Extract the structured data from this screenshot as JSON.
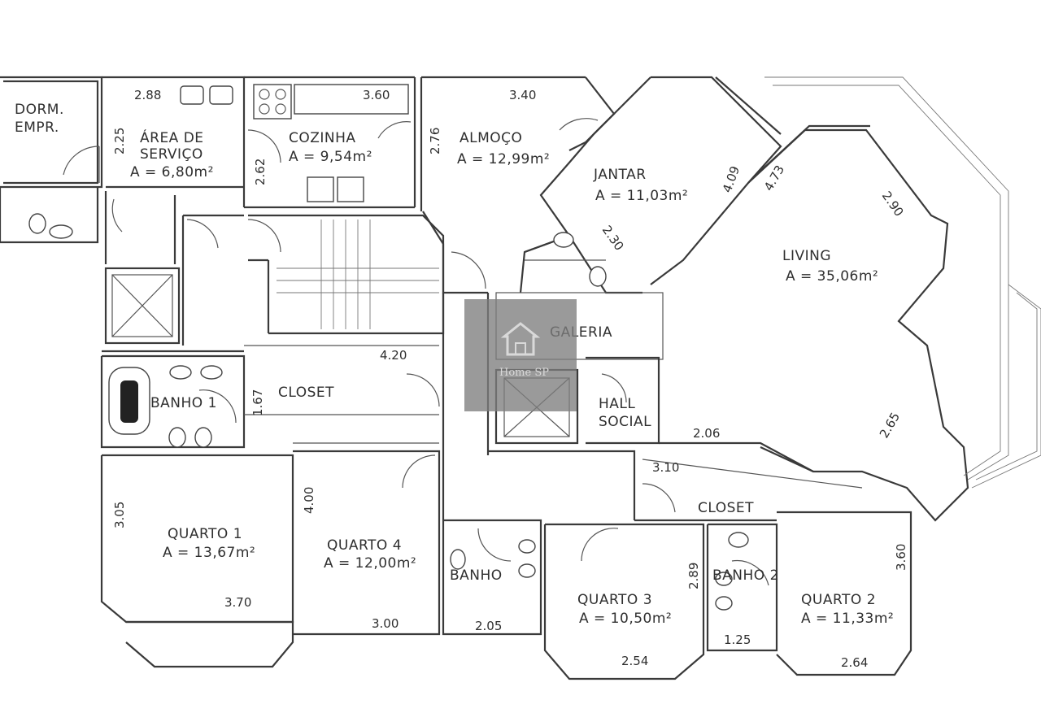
{
  "watermark": {
    "text": "Home SP"
  },
  "rooms": {
    "dorm_empr": {
      "line1": "DORM.",
      "line2": "EMPR."
    },
    "area_servico": {
      "line1": "ÁREA DE",
      "line2": "SERVIÇO",
      "area": "A = 6,80m²"
    },
    "cozinha": {
      "name": "COZINHA",
      "area": "A = 9,54m²"
    },
    "almoco": {
      "name": "ALMOÇO",
      "area": "A = 12,99m²"
    },
    "jantar": {
      "name": "JANTAR",
      "area": "A = 11,03m²"
    },
    "living": {
      "name": "LIVING",
      "area": "A = 35,06m²"
    },
    "galeria": {
      "name": "GALERIA"
    },
    "closet_1": {
      "name": "CLOSET"
    },
    "banho_1": {
      "name": "BANHO 1"
    },
    "hall_social": {
      "line1": "HALL",
      "line2": "SOCIAL"
    },
    "closet_2": {
      "name": "CLOSET"
    },
    "quarto_1": {
      "name": "QUARTO 1",
      "area": "A = 13,67m²"
    },
    "quarto_4": {
      "name": "QUARTO 4",
      "area": "A = 12,00m²"
    },
    "banho_small": {
      "name": "BANHO"
    },
    "quarto_3": {
      "name": "QUARTO 3",
      "area": "A = 10,50m²"
    },
    "banho_2": {
      "name": "BANHO 2"
    },
    "quarto_2": {
      "name": "QUARTO 2",
      "area": "A = 11,33m²"
    }
  },
  "dimensions": {
    "d_2_88": "2.88",
    "d_3_60": "3.60",
    "d_3_40": "3.40",
    "d_2_25": "2.25",
    "d_2_62": "2.62",
    "d_2_76": "2.76",
    "d_4_09": "4.09",
    "d_4_73": "4.73",
    "d_2_90": "2.90",
    "d_2_30": "2.30",
    "d_4_20": "4.20",
    "d_1_67": "1.67",
    "d_2_65": "2.65",
    "d_2_06": "2.06",
    "d_3_10": "3.10",
    "d_3_05": "3.05",
    "d_4_00": "4.00",
    "d_3_60b": "3.60",
    "d_2_89": "2.89",
    "d_3_70": "3.70",
    "d_3_00": "3.00",
    "d_2_05": "2.05",
    "d_2_54": "2.54",
    "d_1_25": "1.25",
    "d_2_64": "2.64"
  }
}
